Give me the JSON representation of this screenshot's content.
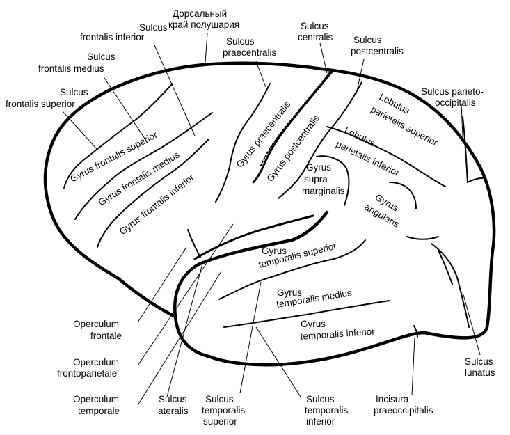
{
  "labels": {
    "dorsal_edge_1": "Дорсальный",
    "dorsal_edge_2": "край полушария",
    "sulcus_frontalis_inferior_1": "Sulcus",
    "sulcus_frontalis_inferior_2": "frontalis inferior",
    "sulcus_praecentralis_1": "Sulcus",
    "sulcus_praecentralis_2": "praecentralis",
    "sulcus_centralis_1": "Sulcus",
    "sulcus_centralis_2": "centralis",
    "sulcus_postcentralis_1": "Sulcus",
    "sulcus_postcentralis_2": "postcentralis",
    "sulcus_frontalis_medius_1": "Sulcus",
    "sulcus_frontalis_medius_2": "frontalis medius",
    "sulcus_frontalis_superior_1": "Sulcus",
    "sulcus_frontalis_superior_2": "frontalis superior",
    "sulcus_parieto_occipitalis_1": "Sulcus parieto-",
    "sulcus_parieto_occipitalis_2": "occipitalis",
    "operculum_frontale_1": "Operculum",
    "operculum_frontale_2": "frontale",
    "operculum_frontoparietale_1": "Operculum",
    "operculum_frontoparietale_2": "frontoparietale",
    "operculum_temporale_1": "Operculum",
    "operculum_temporale_2": "temporale",
    "sulcus_lateralis_1": "Sulcus",
    "sulcus_lateralis_2": "lateralis",
    "sulcus_temporalis_superior_1": "Sulcus",
    "sulcus_temporalis_superior_2": "temporalis",
    "sulcus_temporalis_superior_3": "superior",
    "sulcus_temporalis_inferior_1": "Sulcus",
    "sulcus_temporalis_inferior_2": "temporalis",
    "sulcus_temporalis_inferior_3": "inferior",
    "incisura_praeoccipitalis_1": "Incisura",
    "incisura_praeoccipitalis_2": "praeoccipitalis",
    "sulcus_lunatus_1": "Sulcus",
    "sulcus_lunatus_2": "lunatus"
  },
  "gyri": {
    "gyrus_frontalis_superior": "Gyrus frontalis superior",
    "gyrus_frontalis_medius": "Gyrus frontalis medius",
    "gyrus_frontalis_inferior": "Gyrus frontalis inferior",
    "gyrus_praecentralis": "Gyrus praecentralis",
    "gyrus_postcentralis": "Gyrus postcentralis",
    "lobulus_parietalis_superior_1": "Lobulus",
    "lobulus_parietalis_superior_2": "parietalis superior",
    "lobulus_parietalis_inferior_1": "Lobulus",
    "lobulus_parietalis_inferior_2": "parietalis inferior",
    "gyrus_supramarginalis_1": "Gyrus",
    "gyrus_supramarginalis_2": "supra-",
    "gyrus_supramarginalis_3": "marginalis",
    "gyrus_angularis_1": "Gyrus",
    "gyrus_angularis_2": "angularis",
    "gyrus_temporalis_superior_1": "Gyrus",
    "gyrus_temporalis_superior_2": "temporalis superior",
    "gyrus_temporalis_medius_1": "Gyrus",
    "gyrus_temporalis_medius_2": "temporalis medius",
    "gyrus_temporalis_inferior_1": "Gyrus",
    "gyrus_temporalis_inferior_2": "temporalis inferior"
  }
}
